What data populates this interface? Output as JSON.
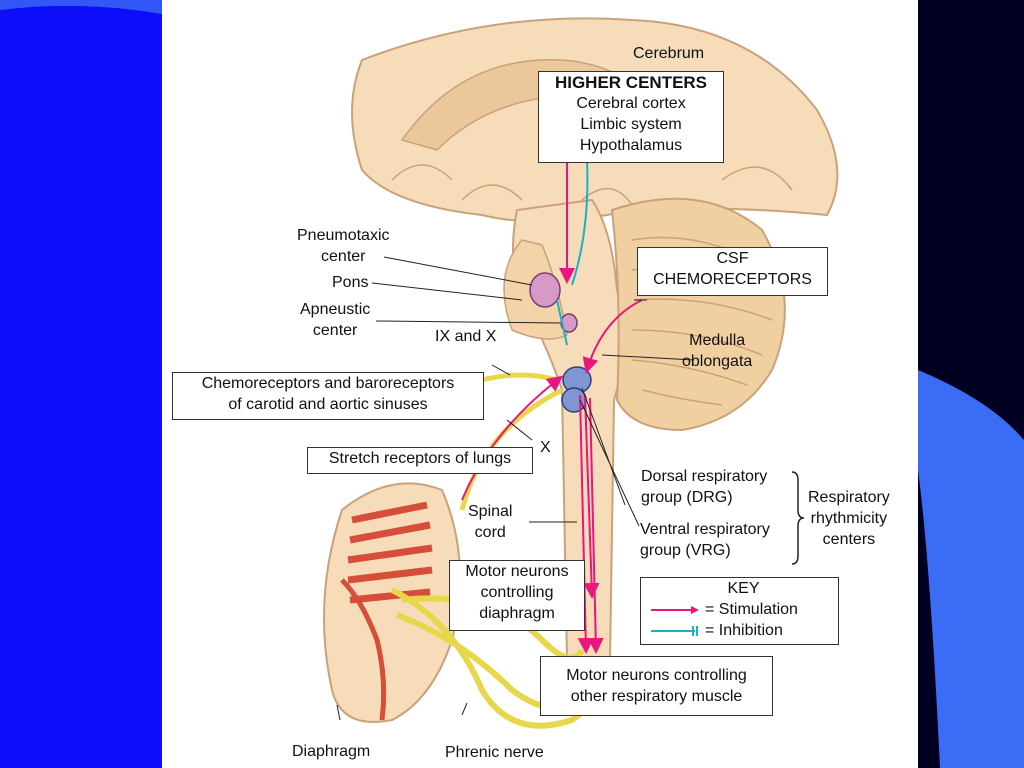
{
  "slide": {
    "background_color": "#0d0dfa",
    "accent_color": "#3b6cf5",
    "dark_color": "#000020"
  },
  "diagram": {
    "colors": {
      "stimulation": "#e8167e",
      "inhibition": "#1ab0c8",
      "brain_tissue": "#f6dcb8",
      "brain_outline": "#c9a27a",
      "pons_nucleus": "#d79ac8",
      "medulla_nucleus": "#7f96d2",
      "nerve": "#e6d84a",
      "muscle": "#d64d3a"
    },
    "labels": {
      "cerebrum": "Cerebrum",
      "higher_centers_title": "HIGHER CENTERS",
      "higher_centers_items": [
        "Cerebral cortex",
        "Limbic system",
        "Hypothalamus"
      ],
      "pneumotaxic": [
        "Pneumotaxic",
        "center"
      ],
      "pons": "Pons",
      "apneustic": [
        "Apneustic",
        "center"
      ],
      "csf_chemoreceptors": [
        "CSF",
        "CHEMORECEPTORS"
      ],
      "ix_and_x": "IX and X",
      "medulla": [
        "Medulla",
        "oblongata"
      ],
      "chemo_baroreceptors": [
        "Chemoreceptors and baroreceptors",
        "of carotid and aortic sinuses"
      ],
      "x": "X",
      "stretch_receptors": "Stretch receptors of lungs",
      "drg": [
        "Dorsal respiratory",
        "group (DRG)"
      ],
      "respiratory_rhythmicity": [
        "Respiratory",
        "rhythmicity",
        "centers"
      ],
      "spinal_cord": [
        "Spinal",
        "cord"
      ],
      "vrg": [
        "Ventral respiratory",
        "group (VRG)"
      ],
      "motor_diaphragm": [
        "Motor neurons",
        "controlling",
        "diaphragm"
      ],
      "motor_other": [
        "Motor neurons controlling",
        "other respiratory muscle"
      ],
      "diaphragm": "Diaphragm",
      "phrenic_nerve": "Phrenic nerve"
    },
    "key": {
      "title": "KEY",
      "stimulation": "= Stimulation",
      "inhibition": "= Inhibition"
    }
  }
}
